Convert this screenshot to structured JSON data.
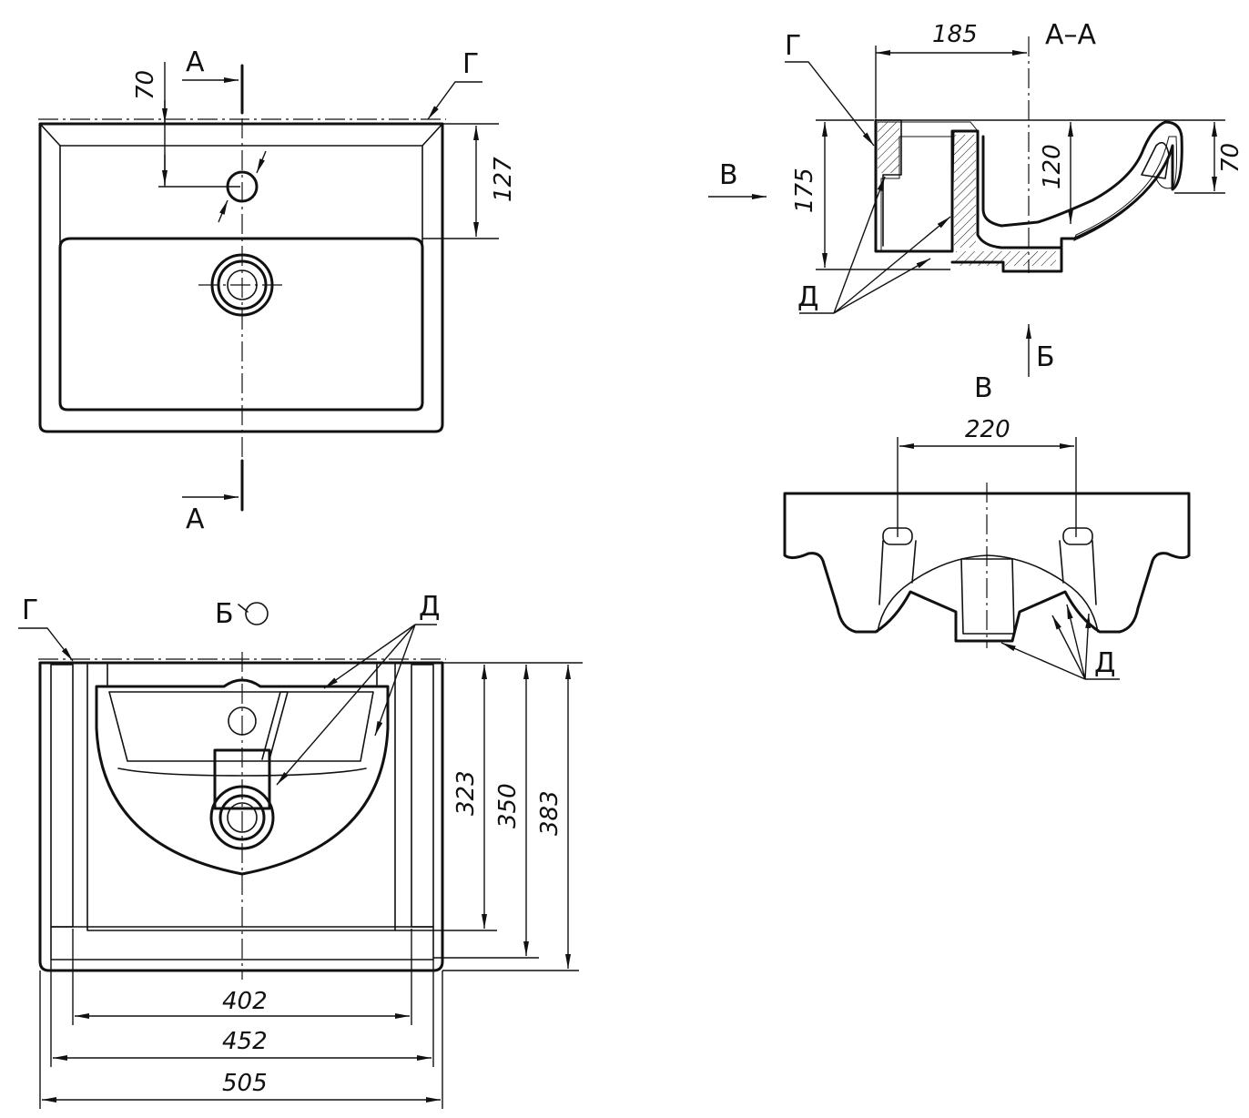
{
  "labels": {
    "section_a_top": "А",
    "section_a_bottom": "А",
    "section_title": "А–А",
    "view_v": "В",
    "view_v_title": "В",
    "view_b": "Б",
    "view_b_symbol": "Б",
    "rim_g_top": "Г",
    "rim_g_section": "Г",
    "rim_g_bottom": "Г",
    "leader_d_section": "Д",
    "leader_d_bottom": "Д",
    "leader_d_view": "Д"
  },
  "dimensions": {
    "top_70": "70",
    "top_127": "127",
    "sec_185": "185",
    "sec_175": "175",
    "sec_120": "120",
    "sec_70": "70",
    "view_220": "220",
    "bot_323": "323",
    "bot_350": "350",
    "bot_383": "383",
    "bot_402": "402",
    "bot_452": "452",
    "bot_505": "505"
  }
}
